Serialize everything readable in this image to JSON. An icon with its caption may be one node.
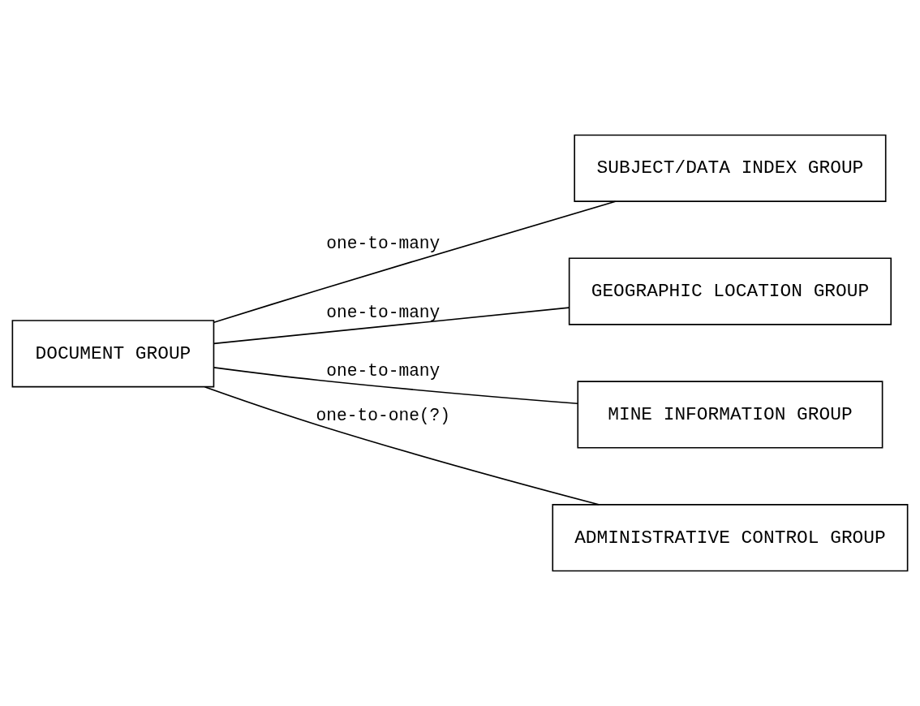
{
  "diagram": {
    "nodes": [
      {
        "text": [
          "DOCUMENT GROUP"
        ]
      },
      {
        "text": [
          "SUBJECT/DATA INDEX GROUP"
        ]
      },
      {
        "text": [
          "GEOGRAPHIC LOCATION GROUP"
        ]
      },
      {
        "text": [
          "MINE INFORMATION GROUP"
        ]
      },
      {
        "text": [
          "ADMINISTRATIVE CONTROL GROUP"
        ]
      }
    ],
    "edges": [
      {
        "from": 0,
        "to": 1,
        "arrow": "none",
        "label": "one-to-many"
      },
      {
        "from": 0,
        "to": 2,
        "arrow": "none",
        "label": "one-to-many"
      },
      {
        "from": 0,
        "to": 3,
        "arrow": "none",
        "label": "one-to-many"
      },
      {
        "from": 0,
        "to": 4,
        "arrow": "none",
        "label": "one-to-one(?)"
      }
    ]
  }
}
